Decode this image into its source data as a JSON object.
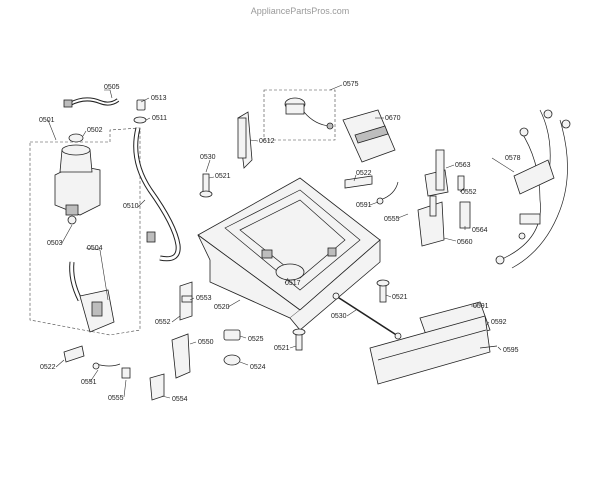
{
  "watermark": "AppliancePartsPros.com",
  "labels": {
    "p0505": "0505",
    "p0513": "0513",
    "p0511": "0511",
    "p0501": "0501",
    "p0502": "0502",
    "p0575": "0575",
    "p0670": "0670",
    "p0612": "0612",
    "p0530a": "0530",
    "p0521a": "0521",
    "p0510": "0510",
    "p0522a": "0522",
    "p0591a": "0591",
    "p0555a": "0555",
    "p0563": "0563",
    "p0552a": "0552",
    "p0564": "0564",
    "p0560": "0560",
    "p0578": "0578",
    "p0503": "0503",
    "p0504": "0504",
    "p0553": "0553",
    "p0552b": "0552",
    "p0520": "0520",
    "p0517": "0517",
    "p0530b": "0530",
    "p0521b": "0521",
    "p0591b": "0591",
    "p0592": "0592",
    "p0595": "0595",
    "p0550": "0550",
    "p0525": "0525",
    "p0521c": "0521",
    "p0524": "0524",
    "p0522b": "0522",
    "p0551": "0551",
    "p0555b": "0555",
    "p0554": "0554"
  }
}
